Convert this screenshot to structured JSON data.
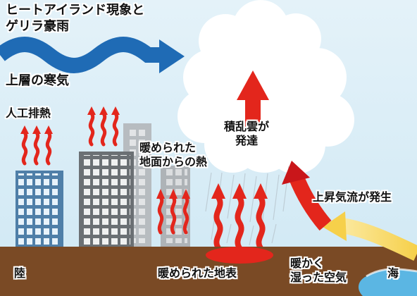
{
  "title": {
    "line1": "ヒートアイランド現象と",
    "line2": "ゲリラ豪雨"
  },
  "labels": {
    "upper_cold_air": "上層の寒気",
    "artificial_heat": "人工排熱",
    "cumulonimbus_l1": "積乱雲が",
    "cumulonimbus_l2": "発達",
    "ground_heat_l1": "暖められた",
    "ground_heat_l2": "地面からの熱",
    "updraft": "上昇気流が発生",
    "land": "陸",
    "warmed_surface": "暖められた地表",
    "humid_air_l1": "暖かく",
    "humid_air_l2": "湿った空気",
    "sea": "海"
  },
  "colors": {
    "sky": "#d6ecf6",
    "cold_arrow": "#1f6bb5",
    "heat_red": "#e3261c",
    "ground": "#7a4a25",
    "sea": "#5bb6e3",
    "humid_arrow": "#f2c744",
    "building_blue": "#7fb0d8",
    "building_gray": "#9fa4a8"
  }
}
